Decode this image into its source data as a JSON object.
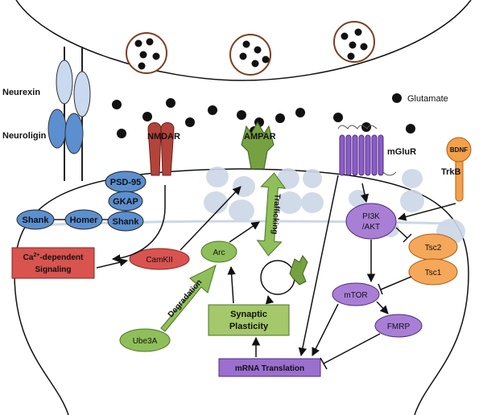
{
  "labels": {
    "neurexin": "Neurexin",
    "neuroligin": "Neuroligin",
    "glutamate": "Glutamate",
    "nmdar": "NMDAR",
    "ampar": "AMPAR",
    "mglur": "mGluR",
    "bdnf": "BDNF",
    "trkb": "TrkB",
    "psd95": "PSD-95",
    "gkap": "GKAP",
    "shank_left": "Shank",
    "homer": "Homer",
    "shank_right": "Shank",
    "ca_line1": "Ca",
    "ca_sup": "2+",
    "ca_line1_rest": "-dependent",
    "ca_line2": "Signaling",
    "camkii": "CamKII",
    "arc": "Arc",
    "trafficking": "Trafficking",
    "degradation": "Degradation",
    "ube3a": "Ube3A",
    "syn_line1": "Synaptic",
    "syn_line2": "Plasticity",
    "mrna": "mRNA Translation",
    "pi3k_line1": "PI3K",
    "pi3k_line2": "/AKT",
    "tsc2": "Tsc2",
    "tsc1": "Tsc1",
    "mtor": "mTOR",
    "fmrp": "FMRP"
  },
  "colors": {
    "vesicle_border": "#7a3f22",
    "glutamate": "#111111",
    "membrane": "#111111",
    "blue_protein": "#5b8fd0",
    "blue_protein_light": "#c9d9ef",
    "nmdar": "#b3443b",
    "ampar": "#76a141",
    "mglur": "#8c5cc9",
    "bdnf": "#f5a04a",
    "pale_blob": "#cdd7e6",
    "red_box": "#d9534f",
    "green_node": "#8fbf5a",
    "green_box": "#a4c86a",
    "purple_node": "#a97fd6",
    "purple_box": "#9b6fcf",
    "orange_node": "#f5a75a"
  }
}
